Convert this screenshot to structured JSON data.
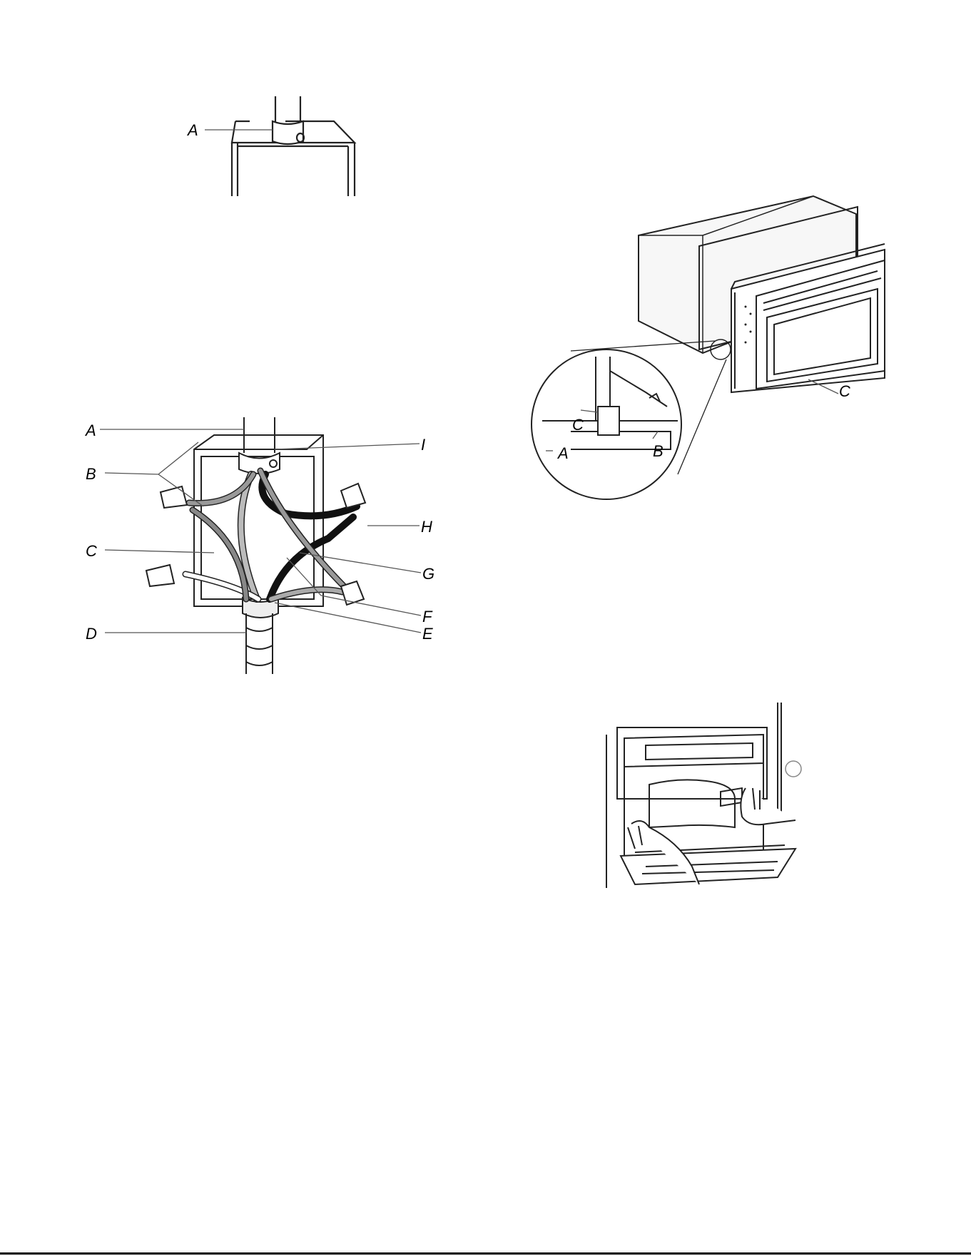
{
  "figure1": {
    "labels": {
      "a": "A"
    }
  },
  "figure2": {
    "labels": {
      "a": "A",
      "b": "B",
      "c": "C",
      "d": "D",
      "e": "E",
      "f": "F",
      "g": "G",
      "h": "H",
      "i": "I"
    }
  },
  "figure3": {
    "labels": {
      "c_main": "C",
      "c_detail": "C",
      "a": "A",
      "b": "B"
    }
  },
  "figure4": {
    "labels": {}
  },
  "footer": {
    "text": ""
  }
}
